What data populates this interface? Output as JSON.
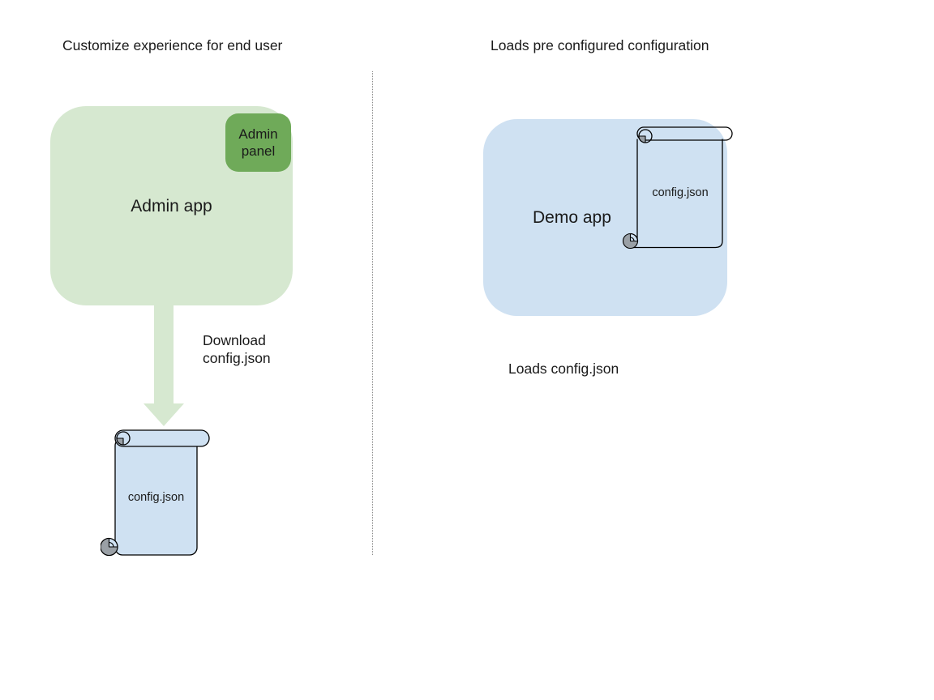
{
  "diagram": {
    "left": {
      "title": "Customize experience for end user",
      "admin_app_label": "Admin app",
      "admin_panel_label": "Admin panel",
      "arrow_label": "Download config.json",
      "config_file_label": "config.json"
    },
    "right": {
      "title": "Loads pre configured configuration",
      "demo_app_label": "Demo app",
      "config_file_label": "config.json",
      "caption": "Loads config.json"
    }
  },
  "colors": {
    "admin_app_fill": "#d6e8d0",
    "admin_panel_fill": "#6faa59",
    "arrow_fill": "#d6e8d0",
    "demo_app_fill": "#cfe1f2",
    "scroll_fill": "#cfe1f2",
    "scroll_curl_gray": "#9aa0a6",
    "outline": "#000000",
    "divider_gray": "#8a8a8a",
    "text": "#1a1a1a",
    "background": "#ffffff"
  }
}
